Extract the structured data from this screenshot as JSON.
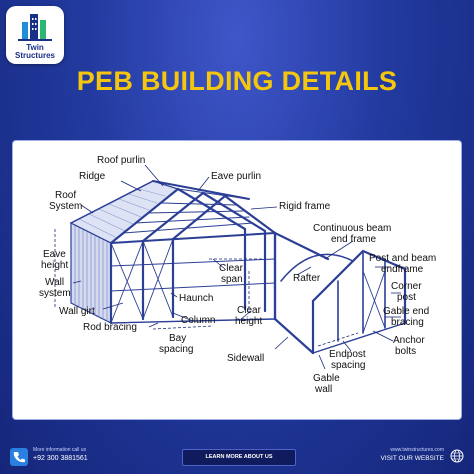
{
  "brand": {
    "line1": "Twin",
    "line2": "Structures"
  },
  "title": "PEB BUILDING DETAILS",
  "labels": {
    "roof_purlin": "Roof purlin",
    "ridge": "Ridge",
    "roof_system_1": "Roof",
    "roof_system_2": "System",
    "eave_purlin": "Eave purlin",
    "rigid_frame": "Rigid frame",
    "continuous_1": "Continuous beam",
    "continuous_2": "end frame",
    "eave_height_1": "Eave",
    "eave_height_2": "height",
    "clear_span_1": "Clear",
    "clear_span_2": "span",
    "rafter": "Rafter",
    "post_beam_1": "Post and beam",
    "post_beam_2": "endframe",
    "wall_system_1": "Wall",
    "wall_system_2": "system",
    "haunch": "Haunch",
    "corner_post_1": "Corner",
    "corner_post_2": "post",
    "wall_girt": "Wall girt",
    "clear_height_1": "Clear",
    "clear_height_2": "height",
    "gable_bracing_1": "Gable end",
    "gable_bracing_2": "bracing",
    "column": "Column",
    "rod_bracing": "Rod bracing",
    "bay_spacing_1": "Bay",
    "bay_spacing_2": "spacing",
    "anchor_bolts_1": "Anchor",
    "anchor_bolts_2": "bolts",
    "endpost_1": "Endpost",
    "endpost_2": "spacing",
    "sidewall": "Sidewall",
    "gable_wall_1": "Gable",
    "gable_wall_2": "wall"
  },
  "footer": {
    "info_label": "More information call us",
    "phone": "+92 300 3881561",
    "learn_button": "LEARN MORE ABOUT US",
    "website": "www.twinstructures.com",
    "visit": "VISIT OUR WEBSITE"
  },
  "colors": {
    "background": "#1b2f8e",
    "title": "#f4c60d",
    "steel": "#2c3f96",
    "leader": "#1a2a7a"
  },
  "icons": [
    "building-logo-icon",
    "phone-icon",
    "globe-icon"
  ]
}
